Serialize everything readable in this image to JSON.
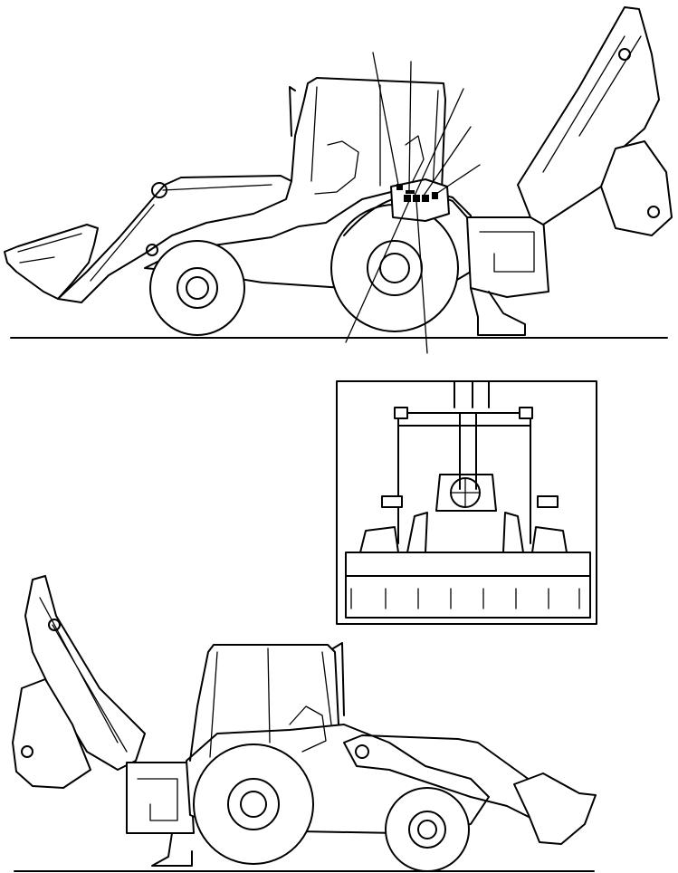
{
  "diagram": {
    "colors": {
      "line": "#000000",
      "background": "#ffffff"
    },
    "views": [
      "side-view-loader-left",
      "front-view-inset",
      "side-view-backhoe-left"
    ],
    "callout_count": 7
  }
}
